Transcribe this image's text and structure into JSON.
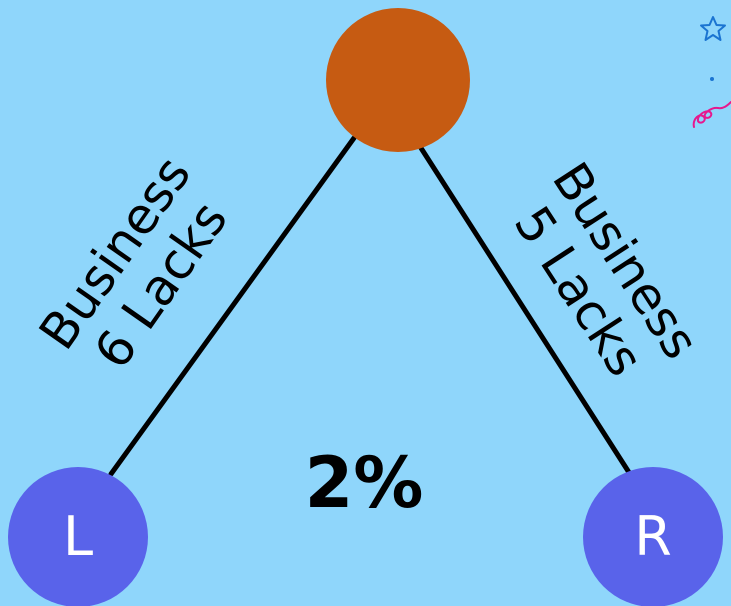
{
  "diagram": {
    "top_node": {
      "label": ""
    },
    "left_node": {
      "label": "L"
    },
    "right_node": {
      "label": "R"
    },
    "left_edge": {
      "line1": "Business",
      "line2": "6 Lacks"
    },
    "right_edge": {
      "line1": "Business",
      "line2": "5 Lacks"
    },
    "center_value": "2%"
  },
  "colors": {
    "background": "#8fd6fb",
    "top_node": "#c65b12",
    "bottom_nodes": "#5963ea",
    "edges": "#000000",
    "star_icon": "#1b74d1",
    "squiggle_icon": "#e6188e"
  },
  "icons": [
    "star-outline-icon",
    "dot-icon",
    "squiggle-icon"
  ]
}
